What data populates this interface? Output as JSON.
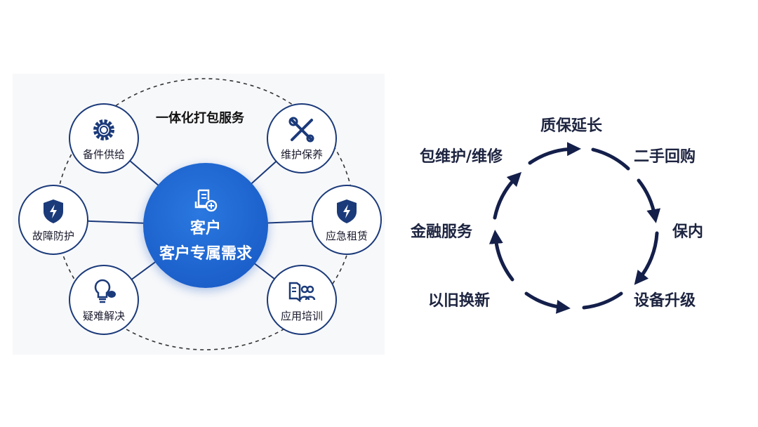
{
  "left_diagram": {
    "title": "一体化打包服务",
    "center": {
      "line1": "客户",
      "line2": "客户专属需求",
      "icon": "document-add-icon"
    },
    "nodes": [
      {
        "label": "备件供给",
        "icon": "gear-icon"
      },
      {
        "label": "维护保养",
        "icon": "tools-icon"
      },
      {
        "label": "故障防护",
        "icon": "shield-bolt-icon"
      },
      {
        "label": "应急租赁",
        "icon": "shield-bolt-icon"
      },
      {
        "label": "疑难解决",
        "icon": "lightbulb-chat-icon"
      },
      {
        "label": "应用培训",
        "icon": "book-people-icon"
      }
    ],
    "colors": {
      "primary": "#1656c2",
      "outline": "#1b3a7a"
    }
  },
  "cycle_diagram": {
    "stages": [
      "质保延长",
      "二手回购",
      "保内",
      "设备升级",
      "以旧换新",
      "金融服务",
      "包维护/维修"
    ],
    "colors": {
      "arrow": "#141f4a",
      "text": "#1d2440"
    }
  }
}
